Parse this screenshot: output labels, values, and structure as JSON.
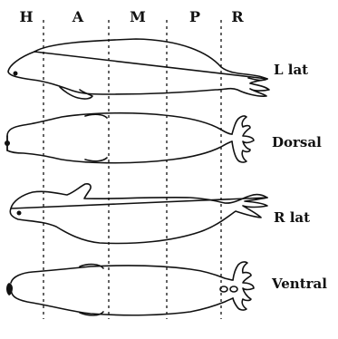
{
  "zone_labels": [
    "H",
    "A",
    "M",
    "P",
    "R"
  ],
  "view_labels": [
    "L lat",
    "Dorsal",
    "R lat",
    "Ventral"
  ],
  "colors": {
    "ink": "#111111",
    "background": "#ffffff"
  }
}
